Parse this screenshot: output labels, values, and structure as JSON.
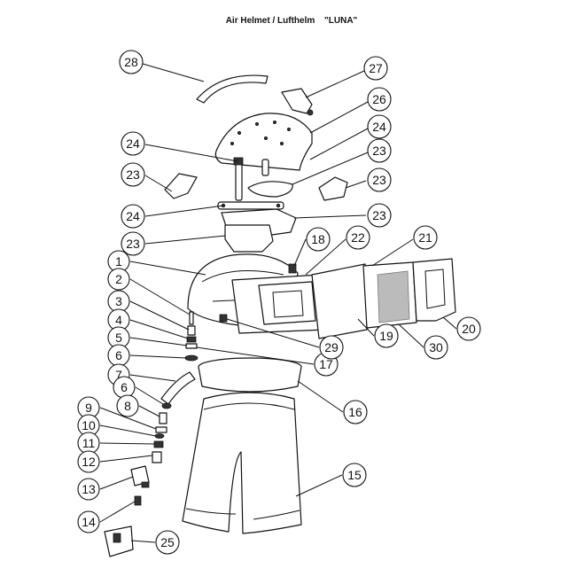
{
  "title": {
    "primary": "Air Helmet / Lufthelm",
    "name": "\"LUNA\""
  },
  "callouts": [
    {
      "id": "c28",
      "label": "28"
    },
    {
      "id": "c27",
      "label": "27"
    },
    {
      "id": "c26",
      "label": "26"
    },
    {
      "id": "c24a",
      "label": "24"
    },
    {
      "id": "c24b",
      "label": "24"
    },
    {
      "id": "c23a",
      "label": "23"
    },
    {
      "id": "c23b",
      "label": "23"
    },
    {
      "id": "c23c",
      "label": "23"
    },
    {
      "id": "c24c",
      "label": "24"
    },
    {
      "id": "c23d",
      "label": "23"
    },
    {
      "id": "c23e",
      "label": "23"
    },
    {
      "id": "c18",
      "label": "18"
    },
    {
      "id": "c22",
      "label": "22"
    },
    {
      "id": "c21",
      "label": "21"
    },
    {
      "id": "c1",
      "label": "1"
    },
    {
      "id": "c2",
      "label": "2"
    },
    {
      "id": "c3",
      "label": "3"
    },
    {
      "id": "c4",
      "label": "4"
    },
    {
      "id": "c5",
      "label": "5"
    },
    {
      "id": "c6a",
      "label": "6"
    },
    {
      "id": "c7",
      "label": "7"
    },
    {
      "id": "c6b",
      "label": "6"
    },
    {
      "id": "c8",
      "label": "8"
    },
    {
      "id": "c9",
      "label": "9"
    },
    {
      "id": "c10",
      "label": "10"
    },
    {
      "id": "c11",
      "label": "11"
    },
    {
      "id": "c12",
      "label": "12"
    },
    {
      "id": "c13",
      "label": "13"
    },
    {
      "id": "c14",
      "label": "14"
    },
    {
      "id": "c25",
      "label": "25"
    },
    {
      "id": "c15",
      "label": "15"
    },
    {
      "id": "c16",
      "label": "16"
    },
    {
      "id": "c17",
      "label": "17"
    },
    {
      "id": "c29",
      "label": "29"
    },
    {
      "id": "c19",
      "label": "19"
    },
    {
      "id": "c30",
      "label": "30"
    },
    {
      "id": "c20",
      "label": "20"
    }
  ]
}
